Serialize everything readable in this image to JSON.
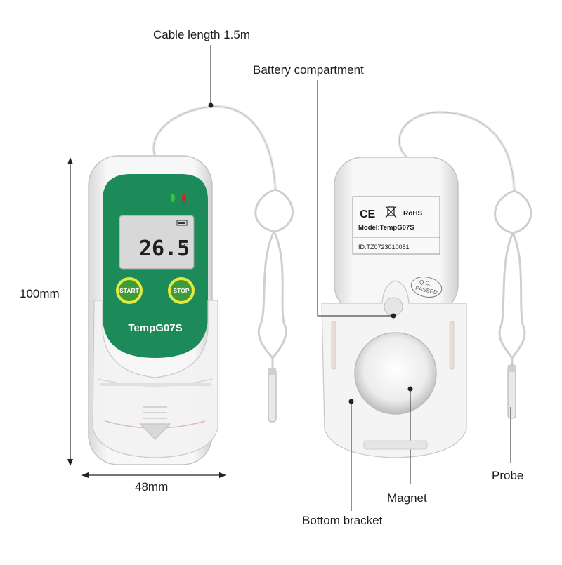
{
  "callouts": {
    "cable_length": "Cable length 1.5m",
    "battery_compartment": "Battery compartment",
    "height": "100mm",
    "width": "48mm",
    "probe": "Probe",
    "magnet": "Magnet",
    "bottom_bracket": "Bottom bracket"
  },
  "front_device": {
    "lcd_reading": "26.5",
    "lcd_unit": "℃",
    "start_button": "START",
    "stop_button": "STOP",
    "model_name": "TempG07S",
    "led_colors": {
      "left": "#35c53a",
      "right": "#d8231d"
    }
  },
  "back_device": {
    "label_marks": [
      "CE",
      "RoHS"
    ],
    "label_model": "Model:TempG07S",
    "label_id": "ID:TZ0723010051",
    "qc_stamp": [
      "Q.C.",
      "PASSED"
    ]
  },
  "colors": {
    "accent_green": "#1d8a5a",
    "button_yellow": "#e4e83a",
    "button_green": "#3f9a3a",
    "lcd_bg": "#d8d8d8"
  }
}
